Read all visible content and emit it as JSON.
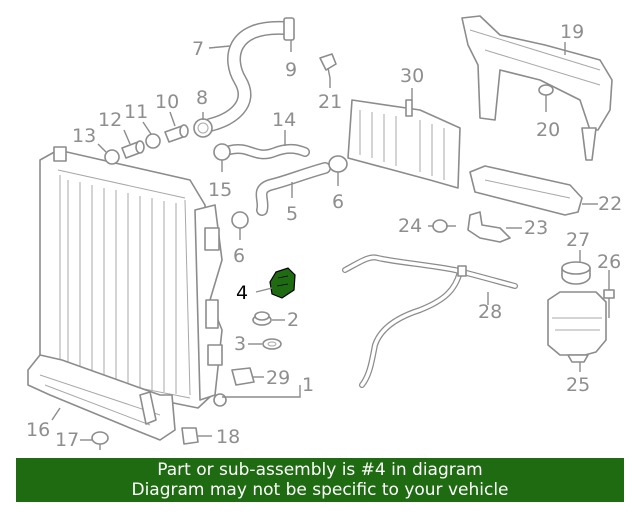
{
  "diagram": {
    "highlight_color": "#1f6b12",
    "highlight_part": "4",
    "callouts": [
      "1",
      "2",
      "3",
      "4",
      "5",
      "6",
      "6",
      "7",
      "8",
      "9",
      "10",
      "11",
      "12",
      "13",
      "14",
      "15",
      "16",
      "17",
      "18",
      "19",
      "20",
      "21",
      "22",
      "23",
      "24",
      "25",
      "26",
      "27",
      "28",
      "29",
      "30"
    ]
  },
  "banner": {
    "line1": "Part or sub-assembly is #4 in diagram",
    "line2": "Diagram may not be specific to your vehicle",
    "background": "#1f6b12",
    "text_color": "#ffffff"
  }
}
